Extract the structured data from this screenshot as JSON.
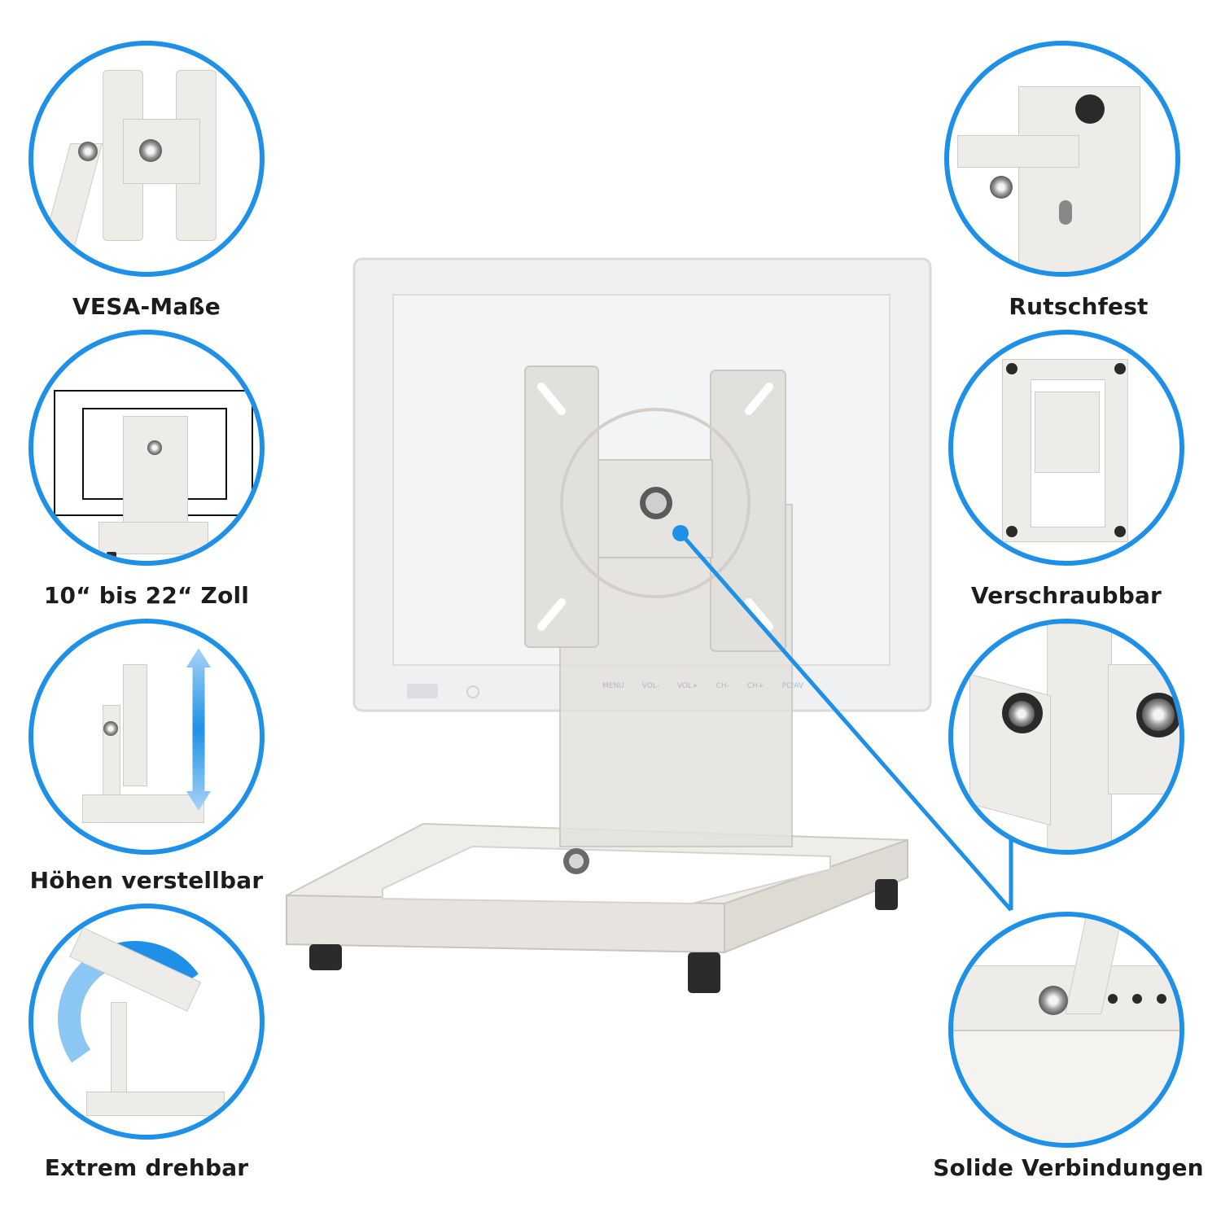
{
  "accent_color": "#1e90e8",
  "text_color": "#1c1c1c",
  "features_left": [
    {
      "id": "vesa",
      "label": "VESA-Maße",
      "icon": "vesa-plate-icon"
    },
    {
      "id": "size",
      "label": "10“ bis 22“ Zoll",
      "icon": "screen-size-icon"
    },
    {
      "id": "height",
      "label": "Höhen verstellbar",
      "icon": "height-adjust-arrow-icon"
    },
    {
      "id": "rotate",
      "label": "Extrem drehbar",
      "icon": "rotate-arrow-icon"
    }
  ],
  "features_right": [
    {
      "id": "nonslip",
      "label": "Rutschfest",
      "icon": "rubber-foot-icon"
    },
    {
      "id": "screwable",
      "label": "Verschraubbar",
      "icon": "base-underside-icon"
    },
    {
      "id": "joint",
      "label": "",
      "icon": "bolt-joint-icon"
    },
    {
      "id": "solid",
      "label": "Solide Verbindungen",
      "icon": "bolt-connection-icon"
    }
  ],
  "monitor": {
    "buttons": [
      "MENU",
      "VOL-",
      "VOL+",
      "CH-",
      "CH+",
      "PC/AV"
    ]
  }
}
